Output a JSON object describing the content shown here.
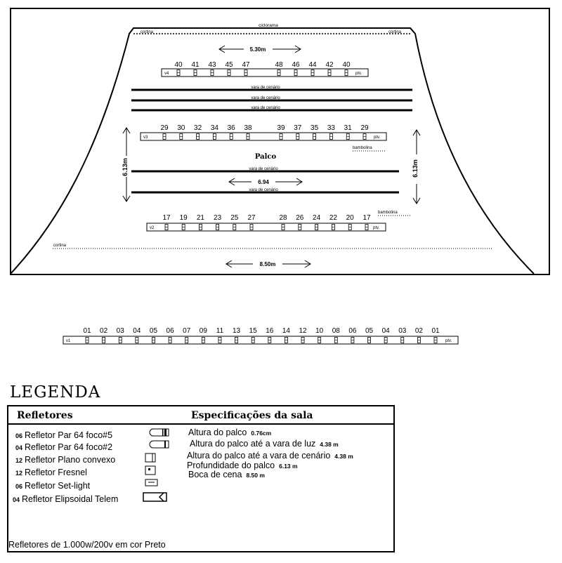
{
  "plan": {
    "ciclorama": "ciclorama",
    "cortina_top_left": "cortina",
    "cortina_top_right": "cortina",
    "cortina_bottom": "cortina",
    "dim_top": "5.30m",
    "dim_mid": "6.94",
    "dim_bottom": "8.50m",
    "dim_left": "6.13m",
    "dim_right": "6.13m",
    "palco": "Palco",
    "vara_cenario": "vara de cenário",
    "bambolina": "bambolina",
    "bars": [
      {
        "id": "v4",
        "label": "v4",
        "end": "ptv.",
        "numbers": [
          "40",
          "41",
          "43",
          "45",
          "47",
          "48",
          "46",
          "44",
          "42",
          "40"
        ]
      },
      {
        "id": "v3",
        "label": "v3",
        "end": "ptv.",
        "numbers": [
          "29",
          "30",
          "32",
          "34",
          "36",
          "38",
          "39",
          "37",
          "35",
          "33",
          "31",
          "29"
        ]
      },
      {
        "id": "v2",
        "label": "v2",
        "end": "ptv.",
        "numbers": [
          "17",
          "19",
          "21",
          "23",
          "25",
          "27",
          "28",
          "26",
          "24",
          "22",
          "20",
          "17"
        ]
      },
      {
        "id": "v1",
        "label": "v1",
        "end": "ptv.",
        "numbers": [
          "01",
          "02",
          "03",
          "04",
          "05",
          "06",
          "07",
          "09",
          "11",
          "13",
          "15",
          "16",
          "14",
          "12",
          "10",
          "08",
          "06",
          "05",
          "04",
          "03",
          "02",
          "01"
        ]
      }
    ]
  },
  "legend": {
    "title": "LEGENDA",
    "refletores_header": "Refletores",
    "specs_header": "Especificações da sala",
    "items": [
      {
        "qty": "06",
        "label": "Refletor Par 64 foco#5",
        "icon": "par64-foco5-icon"
      },
      {
        "qty": "04",
        "label": "Refletor Par 64 foco#2",
        "icon": "par64-foco2-icon"
      },
      {
        "qty": "12",
        "label": "Refletor Plano convexo",
        "icon": "plano-convexo-icon"
      },
      {
        "qty": "12",
        "label": "Refletor Fresnel",
        "icon": "fresnel-icon"
      },
      {
        "qty": "06",
        "label": "Refletor Set-light",
        "icon": "set-light-icon"
      },
      {
        "qty": "04",
        "label": "Refletor Elipsoidal Telem",
        "icon": "elipsoidal-icon"
      }
    ],
    "specs": [
      {
        "label": "Altura do palco",
        "value": "0.76cm"
      },
      {
        "label": "Altura do palco até a vara de luz",
        "value": "4.38 m"
      },
      {
        "label": "Altura do palco até a vara de cenário",
        "value": "4.38 m"
      },
      {
        "label": "Profundidade do palco",
        "value": "6.13 m"
      },
      {
        "label": "Boca de cena",
        "value": "8.50 m"
      }
    ],
    "note": "Refletores de 1.000w/200v em cor Preto"
  }
}
